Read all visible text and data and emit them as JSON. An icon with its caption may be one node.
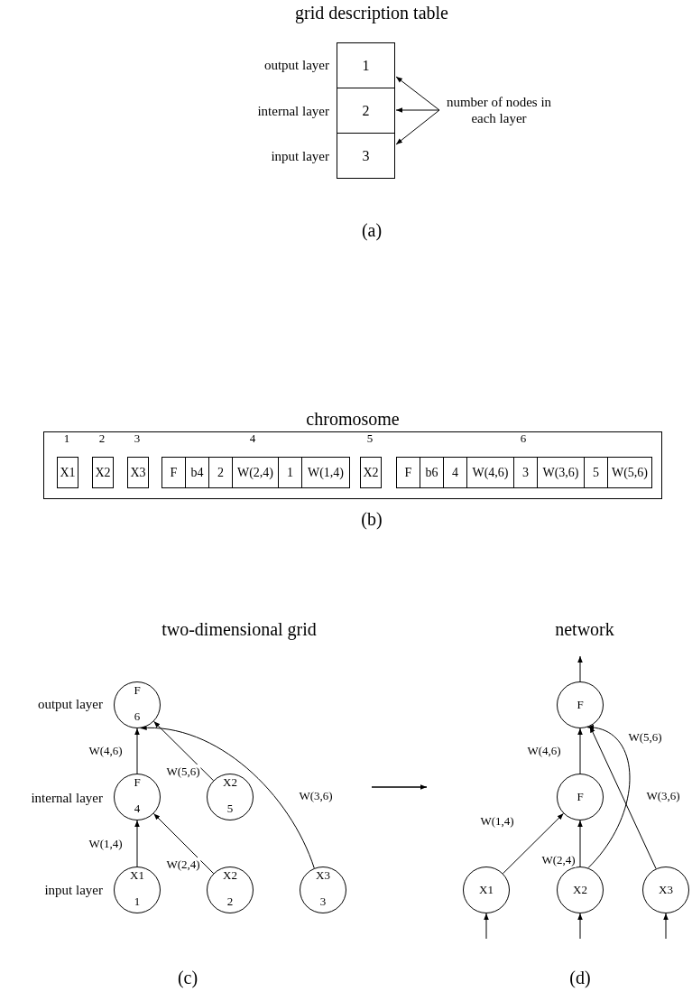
{
  "diagram": {
    "nodes": [
      {
        "text": [
          "1"
        ]
      },
      {
        "text": [
          "2"
        ]
      },
      {
        "text": [
          "3"
        ]
      },
      {
        "text": [
          "number of nodes in each layer"
        ]
      },
      {
        "text": [
          "chromosome"
        ]
      },
      {
        "text": [
          "X1"
        ],
        "in": 4
      },
      {
        "text": [
          "X2"
        ],
        "in": 4
      },
      {
        "text": [
          "X3"
        ],
        "in": 4
      },
      {
        "text": [
          "F"
        ],
        "in": 4
      },
      {
        "text": [
          "b4"
        ],
        "in": 4
      },
      {
        "text": [
          "2"
        ],
        "in": 4
      },
      {
        "text": [
          "W(2,4)"
        ],
        "in": 4
      },
      {
        "text": [
          "1"
        ],
        "in": 4
      },
      {
        "text": [
          "W(1,4)"
        ],
        "in": 4
      },
      {
        "text": [
          "X2"
        ],
        "in": 4
      },
      {
        "text": [
          "F"
        ],
        "in": 4
      },
      {
        "text": [
          "b6"
        ],
        "in": 4
      },
      {
        "text": [
          "4"
        ],
        "in": 4
      },
      {
        "text": [
          "W(4,6)"
        ],
        "in": 4
      },
      {
        "text": [
          "3"
        ],
        "in": 4
      },
      {
        "text": [
          "W(3,6)"
        ],
        "in": 4
      },
      {
        "text": [
          "5"
        ],
        "in": 4
      },
      {
        "text": [
          "W(5,6)"
        ],
        "in": 4
      },
      {
        "text": [
          "F",
          "6"
        ]
      },
      {
        "text": [
          "F",
          "4"
        ]
      },
      {
        "text": [
          "X2",
          "5"
        ]
      },
      {
        "text": [
          "X1",
          "1"
        ]
      },
      {
        "text": [
          "X2",
          "2"
        ]
      },
      {
        "text": [
          "X3",
          "3"
        ]
      },
      {
        "text": [
          "F"
        ]
      },
      {
        "text": [
          "F"
        ]
      },
      {
        "text": [
          "X1"
        ]
      },
      {
        "text": [
          "X2"
        ]
      },
      {
        "text": [
          "X3"
        ]
      }
    ],
    "edges": [
      {
        "from": 3,
        "to": 0,
        "arrow": "to"
      },
      {
        "from": 3,
        "to": 1,
        "arrow": "to"
      },
      {
        "from": 3,
        "to": 2,
        "arrow": "to"
      },
      {
        "from": 24,
        "to": 23,
        "arrow": "to",
        "label": "W(4,6)"
      },
      {
        "from": 25,
        "to": 23,
        "arrow": "to",
        "label": "W(5,6)"
      },
      {
        "from": 28,
        "to": 23,
        "arrow": "to",
        "label": "W(3,6)"
      },
      {
        "from": 26,
        "to": 24,
        "arrow": "to",
        "label": "W(1,4)"
      },
      {
        "from": 27,
        "to": 24,
        "arrow": "to",
        "label": "W(2,4)"
      },
      {
        "from": 30,
        "to": 29,
        "arrow": "to",
        "label": "W(4,6)"
      },
      {
        "from": 32,
        "to": 29,
        "arrow": "to",
        "label": "W(5,6)"
      },
      {
        "from": 33,
        "to": 29,
        "arrow": "to",
        "label": "W(3,6)"
      },
      {
        "from": 31,
        "to": 30,
        "arrow": "to",
        "label": "W(1,4)"
      },
      {
        "from": 32,
        "to": 30,
        "arrow": "to",
        "label": "W(2,4)"
      },
      {
        "from": 29,
        "to": null,
        "arrow": "to"
      },
      {
        "from": null,
        "to": 31,
        "arrow": "to"
      },
      {
        "from": null,
        "to": 32,
        "arrow": "to"
      },
      {
        "from": null,
        "to": 33,
        "arrow": "to"
      }
    ],
    "labels": [
      "grid description table",
      "output layer",
      "internal layer",
      "input layer",
      "(a)",
      "1",
      "2",
      "3",
      "4",
      "5",
      "6",
      "(b)",
      "two-dimensional grid",
      "network",
      "output layer",
      "internal layer",
      "input layer",
      "(c)",
      "(d)"
    ]
  }
}
